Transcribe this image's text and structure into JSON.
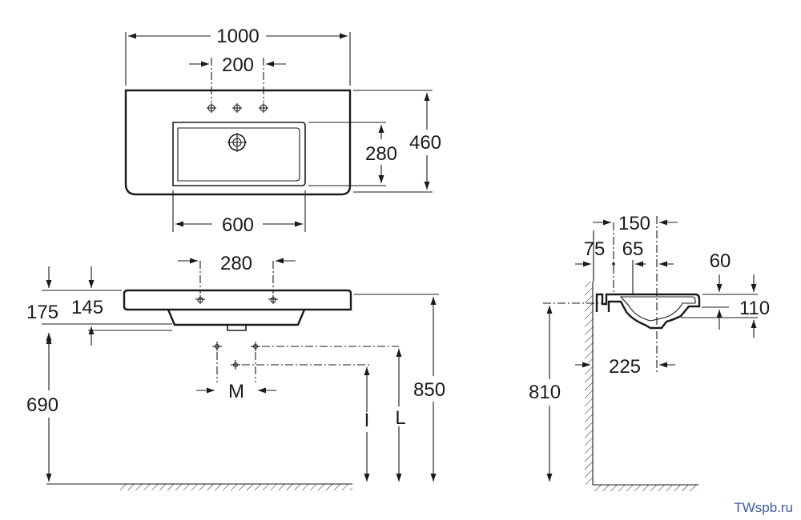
{
  "top_view": {
    "width_label": "1000",
    "hole_spacing_label": "200",
    "depth_label": "460",
    "bowl_depth_label": "280",
    "bowl_width_label": "600"
  },
  "front_view": {
    "hole_spacing_label": "280",
    "rim_offset_label": "175",
    "bowl_offset_label": "145",
    "bottom_height_label": "690",
    "rim_height_label": "850",
    "dim_m_label": "M",
    "dim_i_label": "I",
    "dim_l_label": "L"
  },
  "side_view": {
    "projection_label": "150",
    "wall_offset_label": "75",
    "tap_offset_label": "65",
    "rim_thickness_label": "60",
    "basin_height_label": "110",
    "drain_offset_label": "225",
    "fixing_height_label": "810"
  },
  "watermark": "TWspb.ru"
}
